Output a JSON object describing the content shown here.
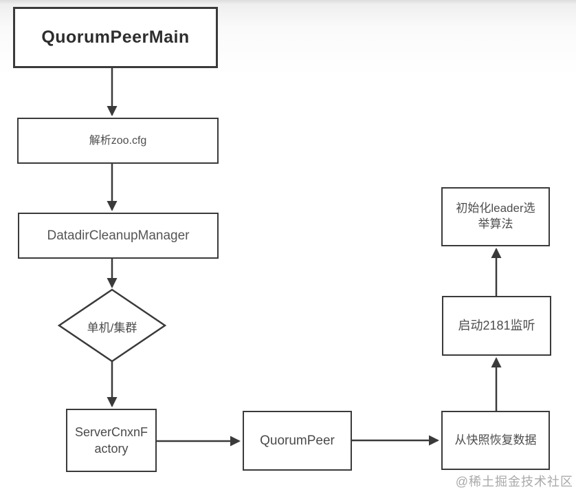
{
  "diagram": {
    "title_node": "QuorumPeerMain",
    "nodes": {
      "quorum_peer_main": {
        "label": "QuorumPeerMain",
        "shape": "rect"
      },
      "parse_zoo_cfg": {
        "label": "解析zoo.cfg",
        "shape": "rect"
      },
      "datadir_cleanup_manager": {
        "label": "DatadirCleanupManager",
        "shape": "rect"
      },
      "standalone_or_cluster": {
        "label": "单机/集群",
        "shape": "diamond"
      },
      "server_cnxn_factory": {
        "label": "ServerCnxnF\nactory",
        "shape": "rect"
      },
      "quorum_peer": {
        "label": "QuorumPeer",
        "shape": "rect"
      },
      "restore_data_from_snapshot": {
        "label": "从快照恢复数据",
        "shape": "rect"
      },
      "start_2181_listener": {
        "label": "启动2181监听",
        "shape": "rect"
      },
      "init_leader_election": {
        "label": "初始化leader选\n举算法",
        "shape": "rect"
      }
    },
    "edges": [
      {
        "from": "quorum_peer_main",
        "to": "parse_zoo_cfg",
        "direction": "down"
      },
      {
        "from": "parse_zoo_cfg",
        "to": "datadir_cleanup_manager",
        "direction": "down"
      },
      {
        "from": "datadir_cleanup_manager",
        "to": "standalone_or_cluster",
        "direction": "down"
      },
      {
        "from": "standalone_or_cluster",
        "to": "server_cnxn_factory",
        "direction": "down"
      },
      {
        "from": "server_cnxn_factory",
        "to": "quorum_peer",
        "direction": "right"
      },
      {
        "from": "quorum_peer",
        "to": "restore_data_from_snapshot",
        "direction": "right"
      },
      {
        "from": "restore_data_from_snapshot",
        "to": "start_2181_listener",
        "direction": "up"
      },
      {
        "from": "start_2181_listener",
        "to": "init_leader_election",
        "direction": "up"
      }
    ],
    "watermark": "@稀土掘金技术社区",
    "colors": {
      "line": "#3a3a3a",
      "node_border": "#3a3a3a",
      "node_fill": "#ffffff",
      "text": "#4d4d4d",
      "title_text": "#2e2e2e",
      "watermark": "#a9a9a9",
      "background": "#ffffff"
    }
  }
}
